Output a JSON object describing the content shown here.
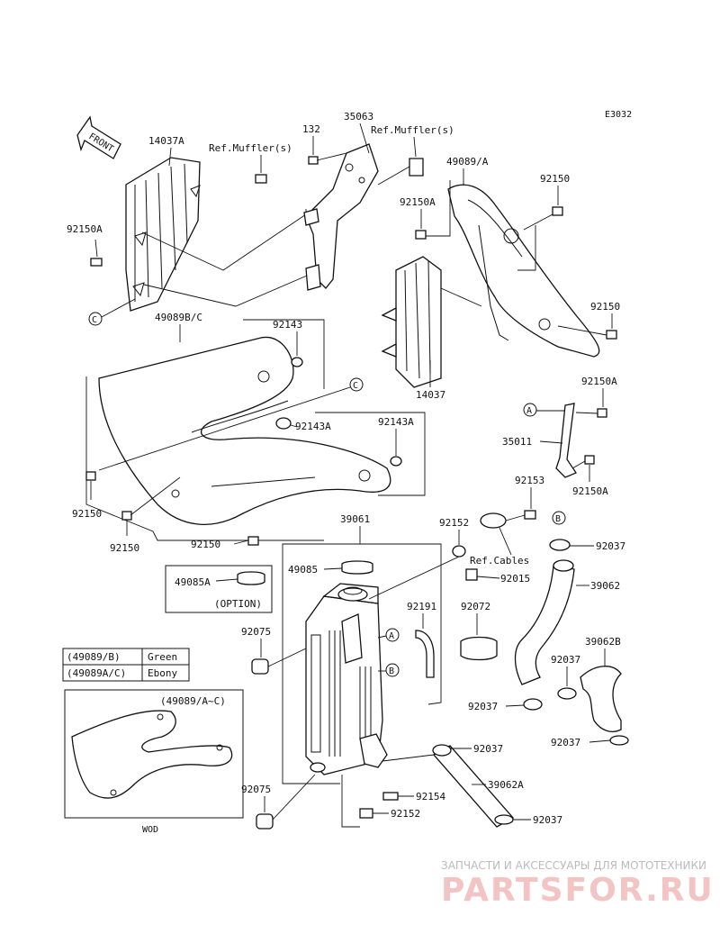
{
  "diagram_code": "E3032",
  "front_label": "FRONT",
  "parts": {
    "p14037A": "14037A",
    "p92150A": "92150A",
    "p132": "132",
    "p35063": "35063",
    "ref_muffler": "Ref.Muffler(s)",
    "p49089A": "49089/A",
    "p92150": "92150",
    "p49089BC": "49089B/C",
    "p92143": "92143",
    "p92143A": "92143A",
    "p14037": "14037",
    "p35011": "35011",
    "p92153": "92153",
    "p39061": "39061",
    "p92152": "92152",
    "ref_cables": "Ref.Cables",
    "p92037": "92037",
    "p92015": "92015",
    "p39062": "39062",
    "p49085": "49085",
    "p49085A": "49085A",
    "option": "(OPTION)",
    "p92191": "92191",
    "p92072": "92072",
    "p92075": "92075",
    "p39062B": "39062B",
    "p39062A": "39062A",
    "p92154": "92154"
  },
  "refs": {
    "a": "A",
    "b": "B",
    "c": "C"
  },
  "color_table": [
    {
      "part": "(49089/B)",
      "color": "Green"
    },
    {
      "part": "(49089A/C)",
      "color": "Ebony"
    }
  ],
  "inset": {
    "title": "(49089/A~C)",
    "caption": "WOD"
  },
  "watermark": {
    "line1": "ЗАПЧАСТИ И АКСЕССУАРЫ ДЛЯ МОТОТЕХНИКИ",
    "line2": "PARTSFOR.RU"
  }
}
